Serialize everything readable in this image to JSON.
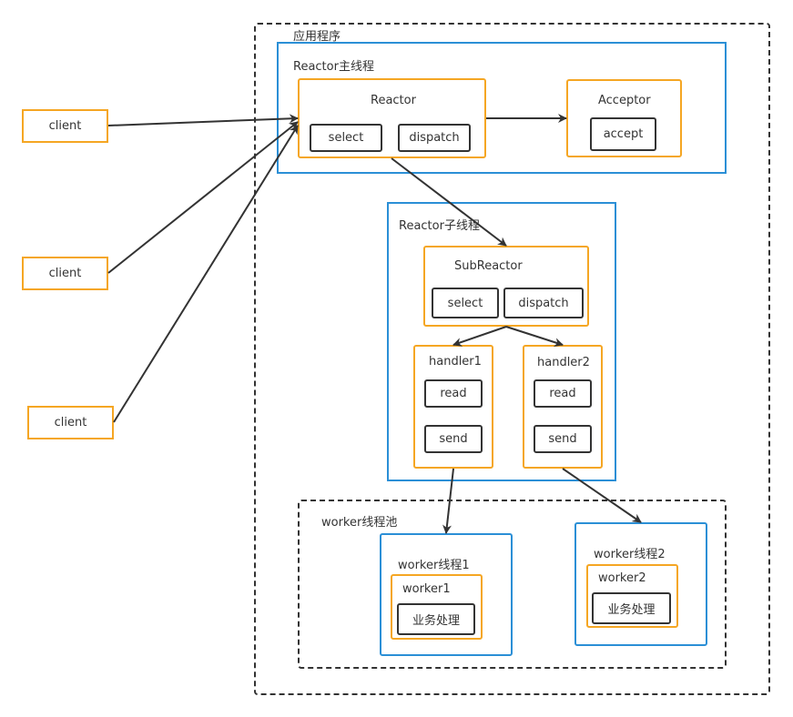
{
  "app_group": {
    "label": "应用程序"
  },
  "main_thread": {
    "label": "Reactor主线程",
    "reactor": {
      "label": "Reactor",
      "select": "select",
      "dispatch": "dispatch"
    },
    "acceptor": {
      "label": "Acceptor",
      "accept": "accept"
    }
  },
  "sub_thread": {
    "label": "Reactor子线程",
    "subreactor": {
      "label": "SubReactor",
      "select": "select",
      "dispatch": "dispatch"
    },
    "handler1": {
      "label": "handler1",
      "read": "read",
      "send": "send"
    },
    "handler2": {
      "label": "handler2",
      "read": "read",
      "send": "send"
    }
  },
  "worker_pool": {
    "label": "worker线程池",
    "thread1": {
      "label": "worker线程1",
      "worker": "worker1",
      "task": "业务处理"
    },
    "thread2": {
      "label": "worker线程2",
      "worker": "worker2",
      "task": "业务处理"
    }
  },
  "clients": [
    {
      "label": "client"
    },
    {
      "label": "client"
    },
    {
      "label": "client"
    }
  ],
  "colors": {
    "orange": "#f5a623",
    "blue": "#2b8fd6",
    "dark": "#333333"
  }
}
